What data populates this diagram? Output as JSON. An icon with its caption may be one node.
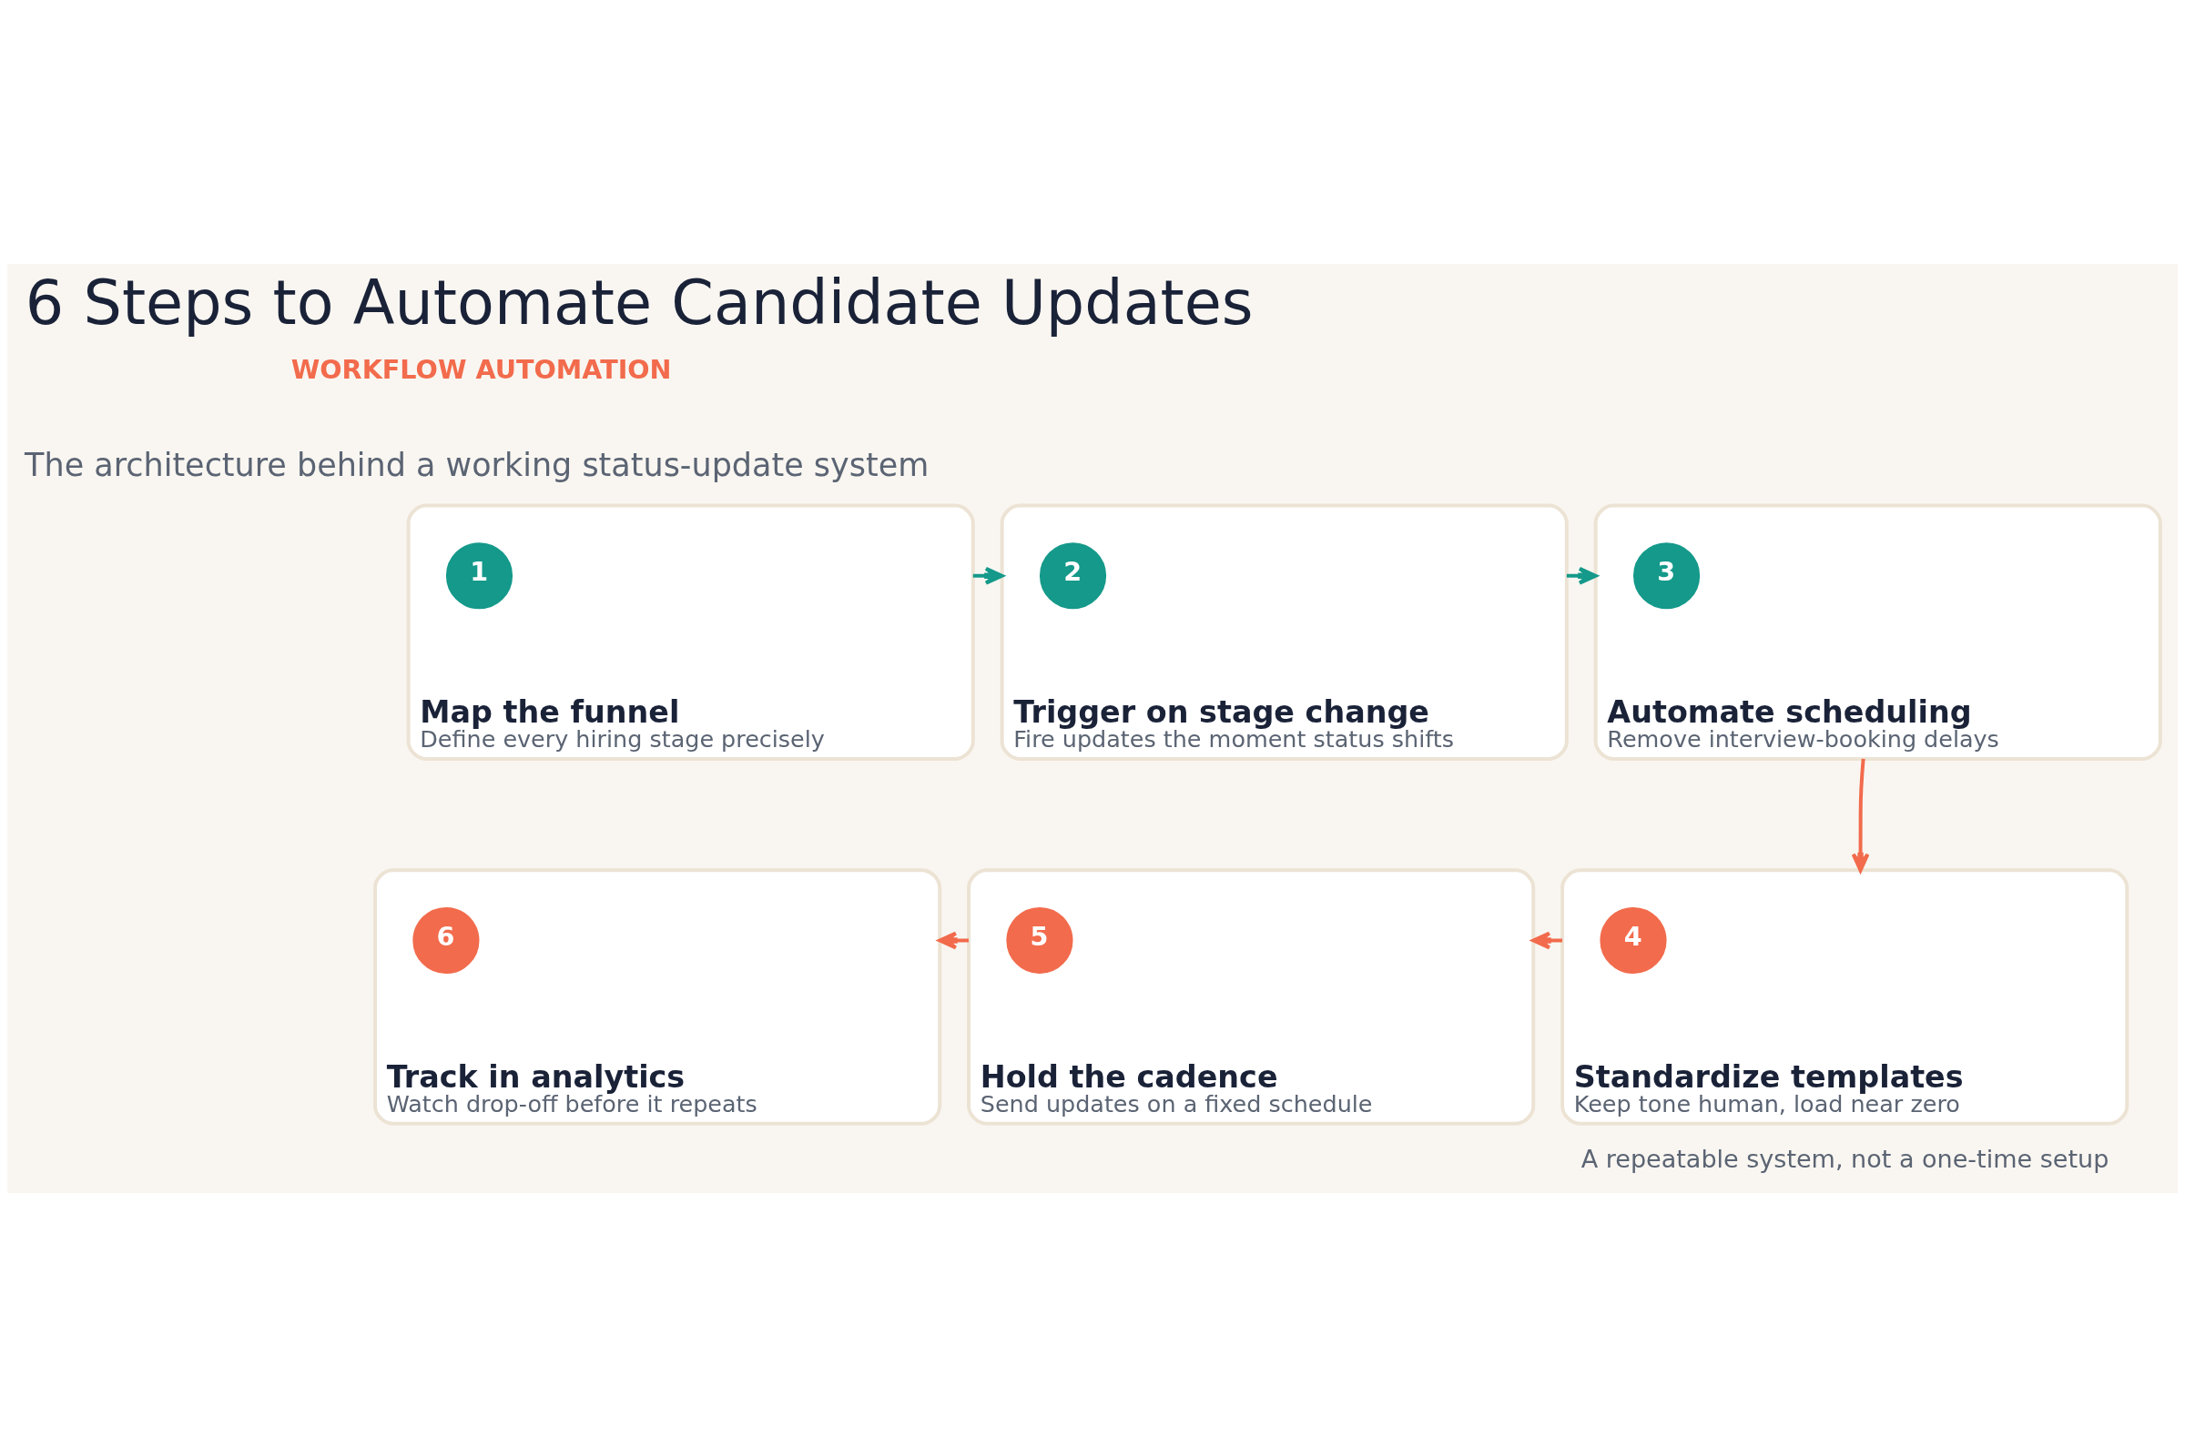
{
  "diagram": {
    "title": "6 Steps to Automate Candidate Updates",
    "nodes": [
      {
        "text": [
          "Map the funnel",
          "Define every hiring stage precisely"
        ]
      },
      {
        "text": [
          "1"
        ],
        "in": 0
      },
      {
        "text": [
          "Trigger on stage change",
          "Fire updates the moment status shifts"
        ]
      },
      {
        "text": [
          "2"
        ],
        "in": 2
      },
      {
        "text": [
          "Automate scheduling",
          "Remove interview-booking delays"
        ]
      },
      {
        "text": [
          "3"
        ],
        "in": 4
      },
      {
        "text": [
          "Standardize templates",
          "Keep tone human, load near zero"
        ]
      },
      {
        "text": [
          "4"
        ],
        "in": 6
      },
      {
        "text": [
          "Hold the cadence",
          "Send updates on a fixed schedule"
        ]
      },
      {
        "text": [
          "5"
        ],
        "in": 8
      },
      {
        "text": [
          "Track in analytics",
          "Watch drop-off before it repeats"
        ]
      },
      {
        "text": [
          "6"
        ],
        "in": 10
      }
    ],
    "edges": [
      {
        "from": 0,
        "to": 2,
        "arrow": "to",
        "color": "#14998a"
      },
      {
        "from": 2,
        "to": 4,
        "arrow": "to",
        "color": "#14998a"
      },
      {
        "from": 4,
        "to": 6,
        "arrow": "to",
        "color": "#f26b4c"
      },
      {
        "from": 6,
        "to": 8,
        "arrow": "to",
        "color": "#f26b4c"
      },
      {
        "from": 8,
        "to": 10,
        "arrow": "to",
        "color": "#f26b4c"
      }
    ],
    "labels": [
      "WORKFLOW AUTOMATION",
      "The architecture behind a working status-update system",
      "A repeatable system, not a one-time setup"
    ]
  }
}
